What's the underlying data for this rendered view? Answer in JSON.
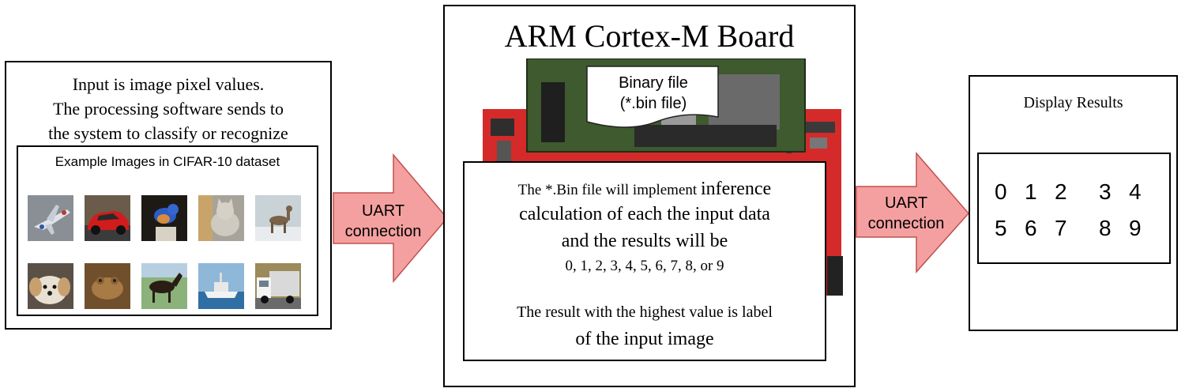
{
  "input_panel": {
    "lines": [
      "Input is image pixel values.",
      "The processing software sends to",
      "the system to classify or recognize"
    ],
    "dataset_title": "Example Images in CIFAR-10 dataset"
  },
  "arrow_left": {
    "line1": "UART",
    "line2": "connection"
  },
  "board": {
    "title": "ARM Cortex-M Board",
    "bin_line1": "Binary file",
    "bin_line2": "(*.bin file)",
    "inference": {
      "line1a": "The *.Bin file will implement ",
      "line1b": "inference",
      "line2": "calculation of each the input data",
      "line3": "and  the results will be",
      "line4": "0, 1, 2, 3, 4, 5, 6, 7, 8, or 9",
      "line5": "The result with the highest value is label",
      "line6": "of the input image"
    }
  },
  "arrow_right": {
    "line1": "UART",
    "line2": "connection"
  },
  "display": {
    "title": "Display Results",
    "digits": [
      "0",
      "1",
      "2",
      "3",
      "4",
      "5",
      "6",
      "7",
      "8",
      "9"
    ]
  },
  "colors": {
    "arrow_fill": "#f4a0a0",
    "arrow_stroke": "#c0504d",
    "pcb_red": "#d42a2a",
    "pcb_green": "#3e5a2e"
  }
}
